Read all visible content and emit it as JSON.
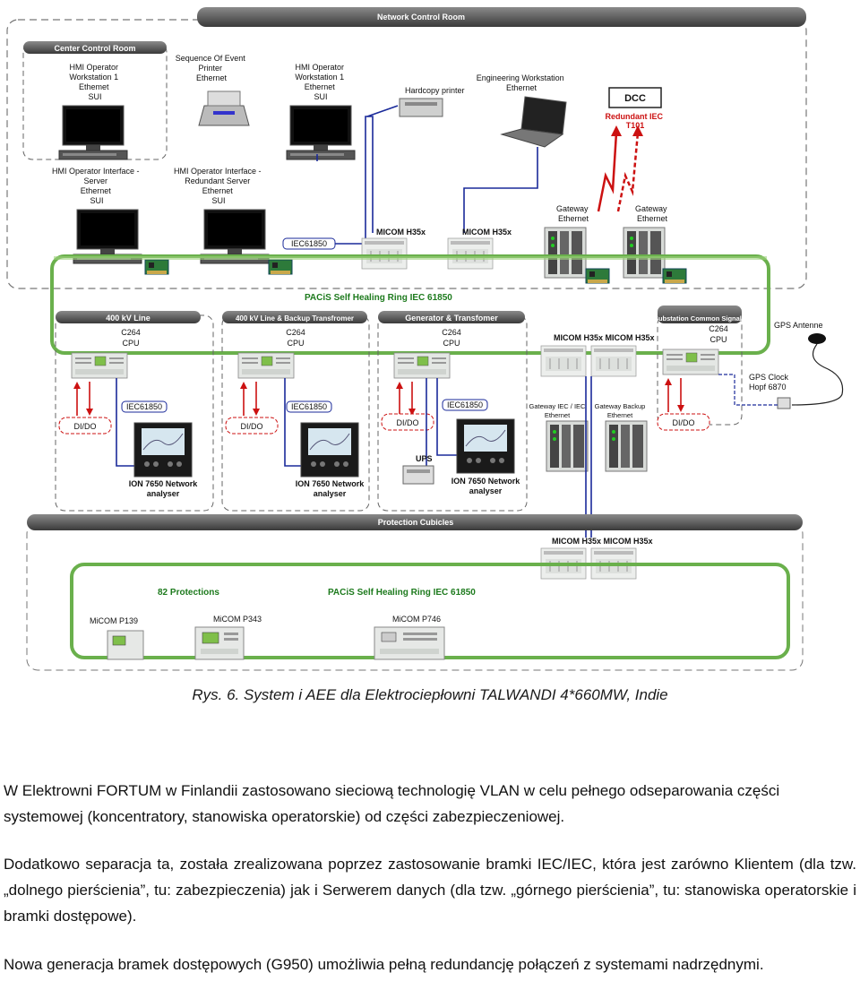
{
  "diagram": {
    "network_control_room": "Network Control Room",
    "center_control_room": "Center Control Room",
    "hmi_ws1_a": [
      "HMI Operator",
      "Workstation 1",
      "Ethemet",
      "SUI"
    ],
    "hmi_ws1_b": [
      "HMI Operator",
      "Workstation 1",
      "Ethernet",
      "SUI"
    ],
    "soe_printer": [
      "Sequence Of Event",
      "Printer",
      "Ethernet"
    ],
    "hardcopy_printer": "Hardcopy printer",
    "engineering_ws": [
      "Engineering Workstation",
      "Ethernet"
    ],
    "dcc": "DCC",
    "redundant_iec": [
      "Redundant IEC",
      "T101"
    ],
    "hmi_server": [
      "HMI Operator Interface -",
      "Server",
      "Ethernet",
      "SUI"
    ],
    "hmi_redundant_server": [
      "HMI Operator Interface -",
      "Redundant Server",
      "Ethernet",
      "SUI"
    ],
    "iec61850": "IEC61850",
    "micom_h35x": "MICOM H35x",
    "gateway": [
      "Gateway",
      "Ethernet"
    ],
    "pacis_ring_top": "PACiS Self Healing Ring IEC 61850",
    "bays": [
      {
        "title": "400 kV Line"
      },
      {
        "title": "400 kV Line & Backup Transfromer"
      },
      {
        "title": "Generator & Transfomer"
      },
      {
        "title": "Substation Common Signals"
      }
    ],
    "c264": [
      "C264",
      "CPU"
    ],
    "dido": "DI/DO",
    "ion": [
      "ION 7650 Network",
      "analyser"
    ],
    "ups": "UPS",
    "micom_h35x_pair": "MICOM H35x MICOM H35x",
    "gateway_iec": [
      "Gateway IEC / IEC",
      "Ethernet"
    ],
    "gateway_backup": [
      "Gateway Backup",
      "Ethernet"
    ],
    "gps_antenna": "GPS Antenne",
    "gps_clock": [
      "GPS Clock",
      "Hopf 6870"
    ],
    "protection_cubicles": "Protection Cubicles",
    "protections_82": "82 Protections",
    "pacis_ring_bottom": "PACiS Self Healing Ring IEC 61850",
    "relays": [
      "MiCOM P139",
      "MiCOM P343",
      "MiCOM P746"
    ]
  },
  "caption": "Rys. 6. System i AEE dla Elektrociepłowni TALWANDI 4*660MW, Indie",
  "paragraphs": {
    "p1": "W Elektrowni FORTUM w Finlandii zastosowano sieciową technologię VLAN w celu pełnego odseparowania części systemowej (koncentratory, stanowiska operatorskie) od części zabezpieczeniowej.",
    "p2": "Dodatkowo separacja ta, została zrealizowana poprzez zastosowanie bramki IEC/IEC, która jest zarówno Klientem (dla tzw. „dolnego pierścienia”, tu: zabezpieczenia) jak i Serwerem danych (dla tzw. „górnego pierścienia”, tu: stanowiska operatorskie i bramki dostępowe).",
    "p3": "Nowa generacja bramek dostępowych (G950) umożliwia pełną redundancję połączeń z systemami nadrzędnymi."
  },
  "colors": {
    "ring_green": "#6ab04c",
    "link_blue": "#1a2a9a",
    "accent_red": "#cc1111",
    "header_dark": "#4a4a4a"
  }
}
